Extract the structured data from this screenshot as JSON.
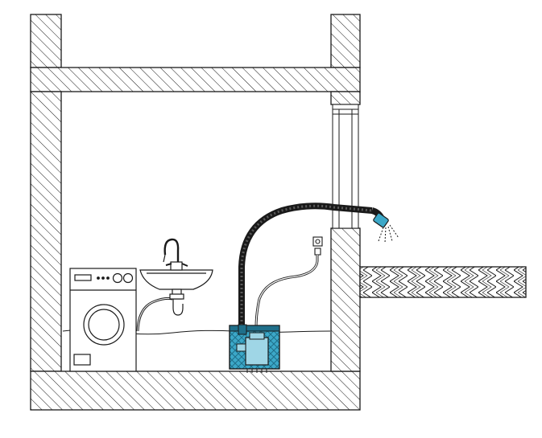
{
  "diagram": {
    "kind": "basement drainage pump installation cross-section",
    "parts": [
      {
        "id": "building-walls",
        "icon": "hatched-wall"
      },
      {
        "id": "washing-machine",
        "icon": "washing-machine-icon"
      },
      {
        "id": "sink",
        "icon": "sink-icon"
      },
      {
        "id": "tap",
        "icon": "faucet-icon"
      },
      {
        "id": "pump-unit",
        "icon": "submersible-pump-icon"
      },
      {
        "id": "discharge-hose",
        "icon": "hose-icon"
      },
      {
        "id": "power-socket",
        "icon": "socket-icon"
      },
      {
        "id": "outlet-spray",
        "icon": "spray-icon"
      },
      {
        "id": "ground",
        "icon": "paved-ground"
      },
      {
        "id": "water-level",
        "icon": "water-line"
      }
    ]
  },
  "colors": {
    "line": "#1a1a1a",
    "pump_fill": "#3ca8c8",
    "pump_dark": "#1f6f8a",
    "background": "#ffffff"
  }
}
